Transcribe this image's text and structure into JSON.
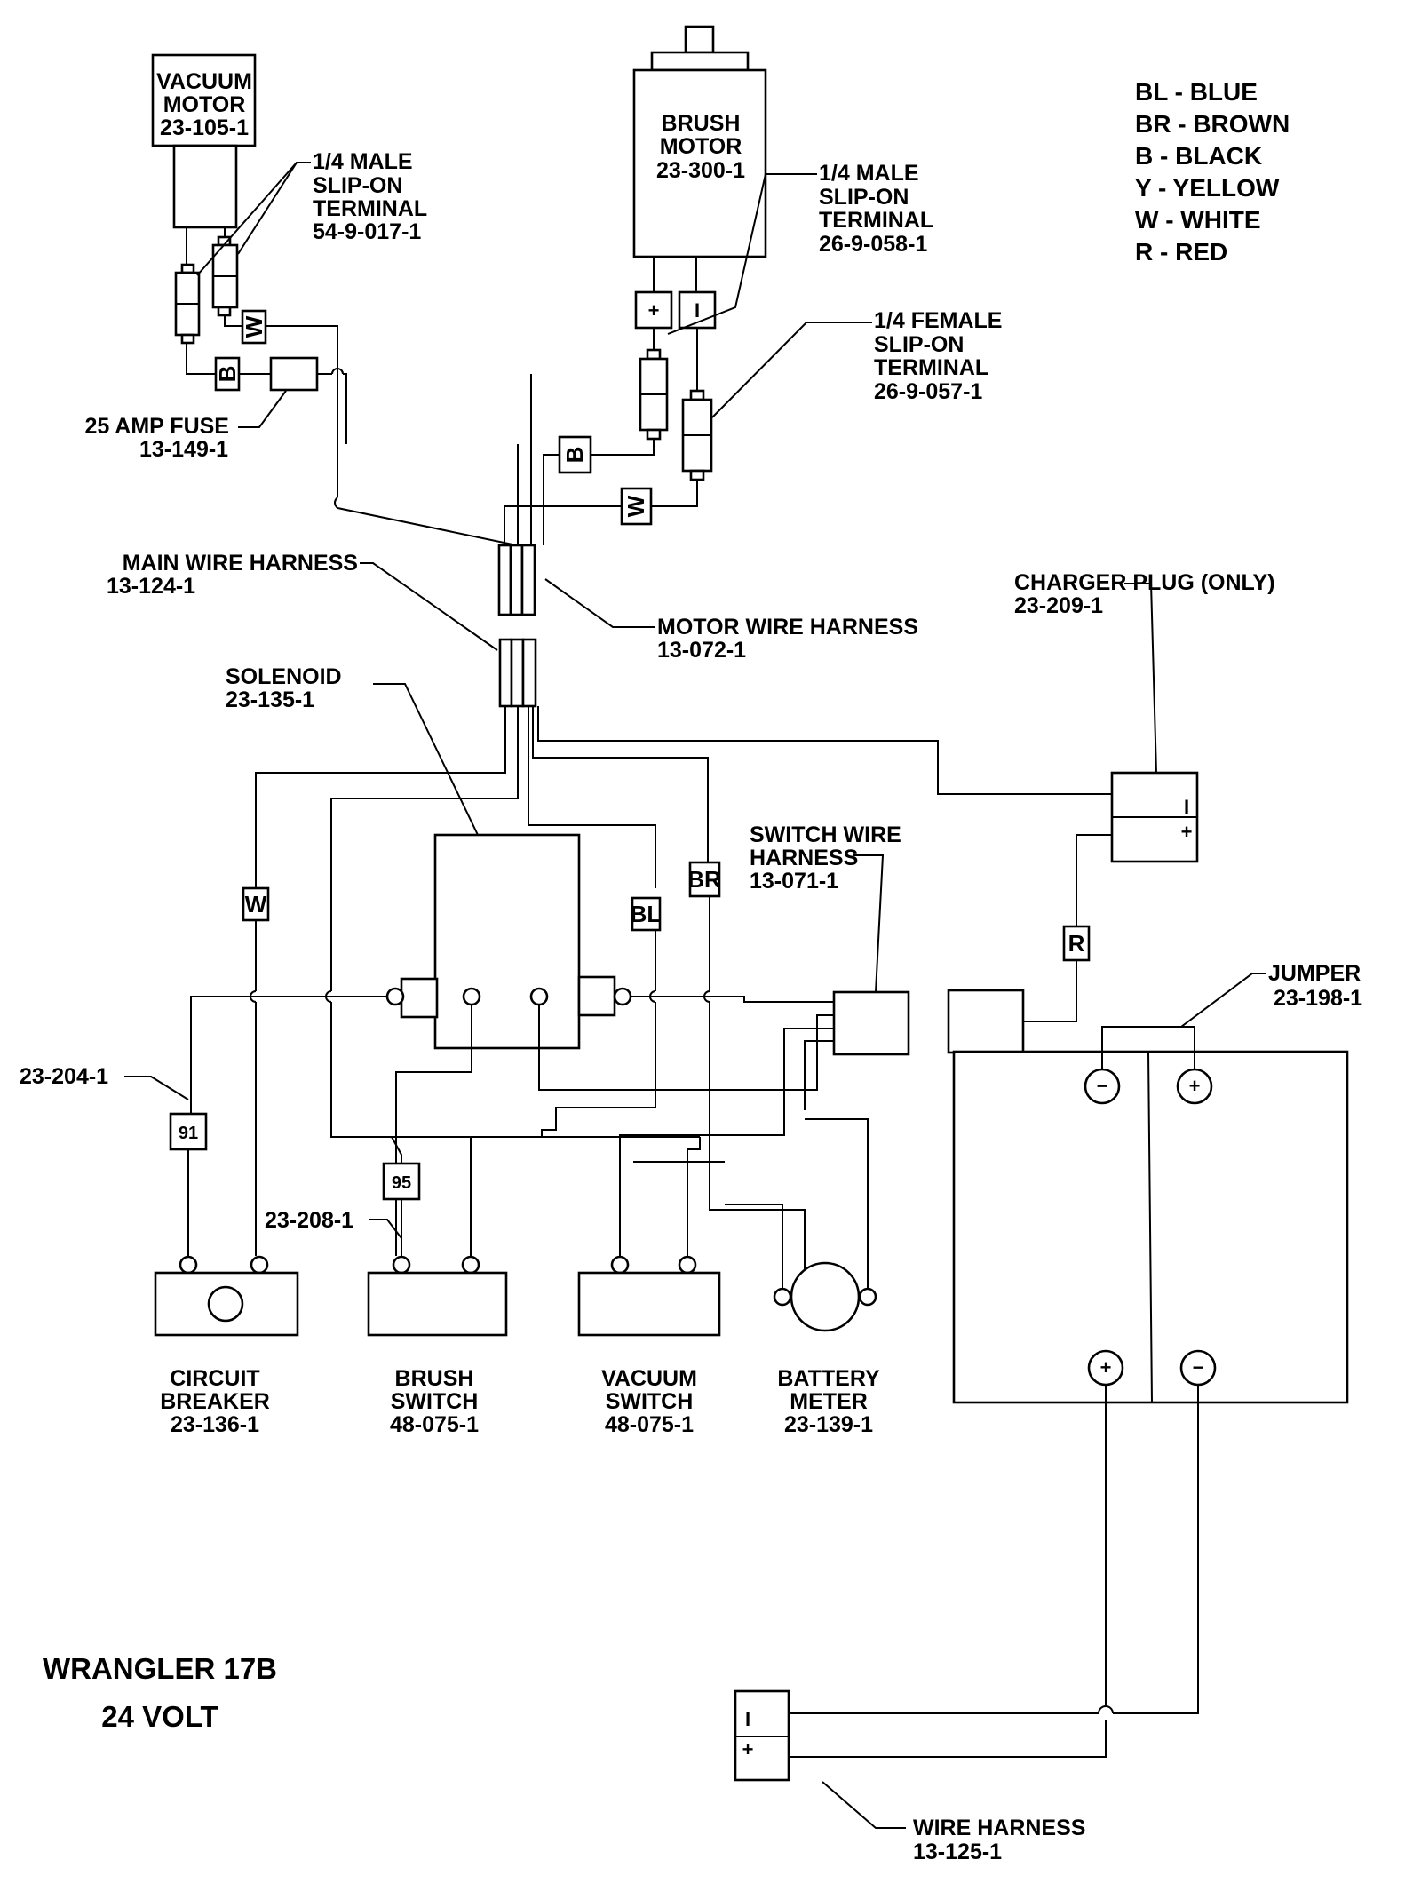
{
  "diagram": {
    "title": "WRANGLER 17B",
    "subtitle": "24 VOLT",
    "legend": [
      {
        "code": "BL",
        "color": "BLUE"
      },
      {
        "code": "BR",
        "color": "BROWN"
      },
      {
        "code": "B",
        "color": "BLACK"
      },
      {
        "code": "Y",
        "color": "YELLOW"
      },
      {
        "code": "W",
        "color": "WHITE"
      },
      {
        "code": "R",
        "color": "RED"
      }
    ],
    "legend_text": [
      "BL - BLUE",
      "BR - BROWN",
      "B - BLACK",
      "Y - YELLOW",
      "W - WHITE",
      "R - RED"
    ],
    "components": {
      "vacuum_motor": {
        "lines": [
          "VACUUM",
          "MOTOR",
          "23-105-1"
        ]
      },
      "brush_motor": {
        "lines": [
          "BRUSH",
          "MOTOR",
          "23-300-1"
        ]
      },
      "male_terminal_vac": {
        "lines": [
          "1/4 MALE",
          "SLIP-ON",
          "TERMINAL",
          "54-9-017-1"
        ]
      },
      "male_terminal_brush": {
        "lines": [
          "1/4 MALE",
          "SLIP-ON",
          "TERMINAL",
          "26-9-058-1"
        ]
      },
      "female_terminal": {
        "lines": [
          "1/4 FEMALE",
          "SLIP-ON",
          "TERMINAL",
          "26-9-057-1"
        ]
      },
      "fuse": {
        "lines": [
          "25 AMP FUSE",
          "13-149-1"
        ]
      },
      "main_harness": {
        "lines": [
          "MAIN WIRE HARNESS",
          "13-124-1"
        ]
      },
      "motor_harness": {
        "lines": [
          "MOTOR WIRE HARNESS",
          "13-072-1"
        ]
      },
      "charger_plug": {
        "lines": [
          "CHARGER PLUG (ONLY)",
          "23-209-1"
        ]
      },
      "solenoid": {
        "lines": [
          "SOLENOID",
          "23-135-1"
        ]
      },
      "switch_harness": {
        "lines": [
          "SWITCH WIRE",
          "HARNESS",
          "13-071-1"
        ]
      },
      "jumper": {
        "lines": [
          "JUMPER",
          "23-198-1"
        ]
      },
      "wire_204": {
        "lines": [
          "23-204-1"
        ]
      },
      "wire_208": {
        "lines": [
          "23-208-1"
        ]
      },
      "circuit_breaker": {
        "lines": [
          "CIRCUIT",
          "BREAKER",
          "23-136-1"
        ]
      },
      "brush_switch": {
        "lines": [
          "BRUSH",
          "SWITCH",
          "48-075-1"
        ]
      },
      "vacuum_switch": {
        "lines": [
          "VACUUM",
          "SWITCH",
          "48-075-1"
        ]
      },
      "battery_meter": {
        "lines": [
          "BATTERY",
          "METER",
          "23-139-1"
        ]
      },
      "battery_harness": {
        "lines": [
          "WIRE HARNESS",
          "13-125-1"
        ]
      }
    },
    "wire_tags": {
      "w_vac": "W",
      "b_vac": "B",
      "b_brush": "B",
      "w_brush": "W",
      "w_main": "W",
      "bl_main": "BL",
      "br_main": "BR",
      "r_charger": "R",
      "n91": "91",
      "n95": "95"
    },
    "polarity": {
      "plus": "+",
      "minus": "−",
      "minus_bar": "I"
    }
  }
}
